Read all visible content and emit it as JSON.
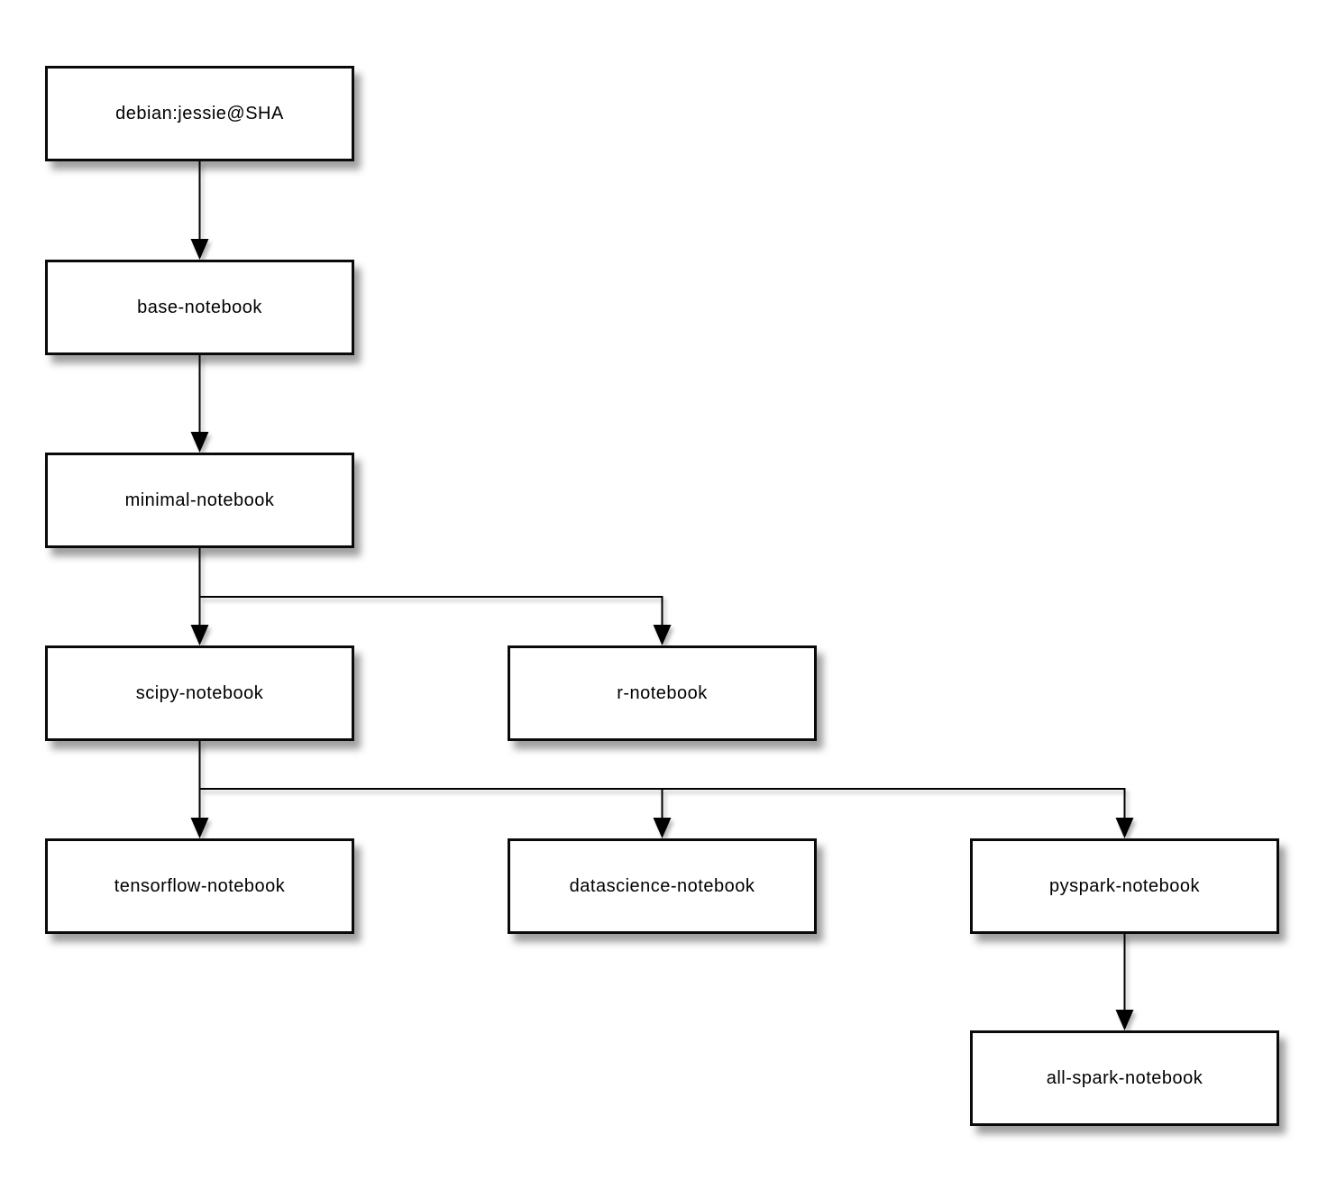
{
  "diagram": {
    "type": "flowchart",
    "description": "Docker image inheritance tree of Jupyter notebook stacks",
    "colors": {
      "background": "#ffffff",
      "box_fill": "#ffffff",
      "box_border": "#000000",
      "arrow": "#000000",
      "shadow": "rgba(0,0,0,0.38)"
    },
    "nodes": [
      {
        "id": "debian",
        "label": "debian:jessie@SHA"
      },
      {
        "id": "base",
        "label": "base-notebook"
      },
      {
        "id": "minimal",
        "label": "minimal-notebook"
      },
      {
        "id": "scipy",
        "label": "scipy-notebook"
      },
      {
        "id": "r",
        "label": "r-notebook"
      },
      {
        "id": "tensorflow",
        "label": "tensorflow-notebook"
      },
      {
        "id": "datascience",
        "label": "datascience-notebook"
      },
      {
        "id": "pyspark",
        "label": "pyspark-notebook"
      },
      {
        "id": "allspark",
        "label": "all-spark-notebook"
      }
    ],
    "edges": [
      {
        "from": "debian:jessie@SHA",
        "to": "base-notebook"
      },
      {
        "from": "base-notebook",
        "to": "minimal-notebook"
      },
      {
        "from": "minimal-notebook",
        "to": "scipy-notebook"
      },
      {
        "from": "minimal-notebook",
        "to": "r-notebook"
      },
      {
        "from": "scipy-notebook",
        "to": "tensorflow-notebook"
      },
      {
        "from": "scipy-notebook",
        "to": "datascience-notebook"
      },
      {
        "from": "scipy-notebook",
        "to": "pyspark-notebook"
      },
      {
        "from": "pyspark-notebook",
        "to": "all-spark-notebook"
      }
    ]
  }
}
